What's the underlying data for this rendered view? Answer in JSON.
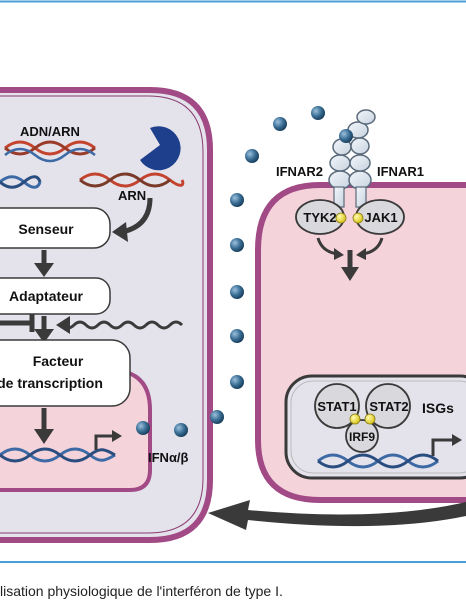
{
  "labels": {
    "dna_rna": "ADN/ARN",
    "arn": "ARN",
    "senseur": "Senseur",
    "adaptateur": "Adaptateur",
    "facteur_line1": "Facteur",
    "facteur_line2": "de transcription",
    "ifn": "IFNα/β",
    "ifnar2": "IFNAR2",
    "ifnar1": "IFNAR1",
    "tyk2": "TYK2",
    "jak1": "JAK1",
    "stat1": "STAT1",
    "stat2": "STAT2",
    "irf9": "IRF9",
    "isgs": "ISGs"
  },
  "caption": "lisation physiologique de l'interféron de type I.",
  "colors": {
    "frame_blue": "#4a9fd8",
    "cell_fill": "#e4e3ec",
    "membrane": "#a14a86",
    "nucleus_fill": "#f4d3da",
    "molecule": "#3a6e95",
    "dna_red": "#c4432e",
    "dna_blue": "#3d6aa5",
    "arrow_dark": "#3a3a3a"
  }
}
